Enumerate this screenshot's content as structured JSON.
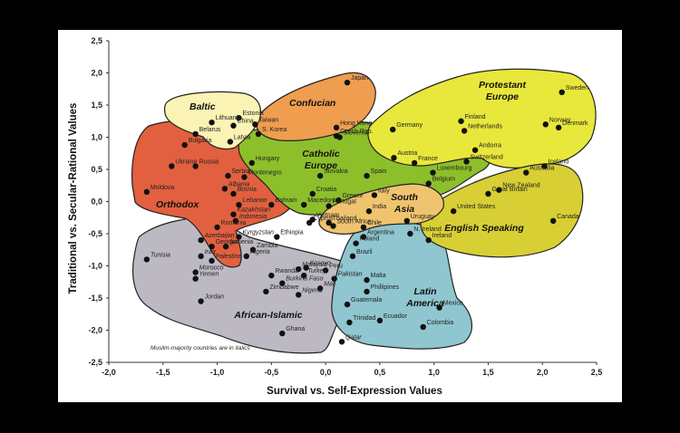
{
  "chart_data": {
    "type": "scatter",
    "title": "",
    "xlabel": "Survival vs. Self-Expression Values",
    "ylabel": "Traditional vs. Secular-Rational Values",
    "xlim": [
      -2.0,
      2.5
    ],
    "ylim": [
      -2.5,
      2.5
    ],
    "x_ticks": [
      "-2,0",
      "-1,5",
      "-1,0",
      "-0,5",
      "0,0",
      "0,5",
      "1,0",
      "1,5",
      "2,0",
      "2,5"
    ],
    "y_ticks": [
      "2,5",
      "2,0",
      "1,5",
      "1,0",
      "0,5",
      "0,0",
      "-0,5",
      "-1,0",
      "-1,5",
      "-2,0",
      "-2,5"
    ],
    "grid": false,
    "note": "Muslim-majority countries are in italics",
    "regions": [
      {
        "name": "Baltic",
        "color": "#fbf3b4"
      },
      {
        "name": "Confucian",
        "color": "#ef9d4f"
      },
      {
        "name": "Protestant Europe",
        "color": "#e8e73b"
      },
      {
        "name": "Catholic Europe",
        "color": "#8dbf2b"
      },
      {
        "name": "Orthodox",
        "color": "#e2603f"
      },
      {
        "name": "English Speaking",
        "color": "#d8cf35"
      },
      {
        "name": "South Asia",
        "color": "#f0c46e"
      },
      {
        "name": "Latin America",
        "color": "#8fc6cf"
      },
      {
        "name": "African-Islamic",
        "color": "#bdb9c3"
      }
    ],
    "points": [
      {
        "name": "Japan",
        "x": 0.2,
        "y": 1.85
      },
      {
        "name": "Estonia",
        "x": -0.8,
        "y": 1.3
      },
      {
        "name": "Lithuania",
        "x": -1.05,
        "y": 1.23
      },
      {
        "name": "China",
        "x": -0.85,
        "y": 1.18
      },
      {
        "name": "Taiwan",
        "x": -0.65,
        "y": 1.2
      },
      {
        "name": "S. Korea",
        "x": -0.62,
        "y": 1.05
      },
      {
        "name": "Hong Kong",
        "x": 0.1,
        "y": 1.15
      },
      {
        "name": "Latvia",
        "x": -0.88,
        "y": 0.93
      },
      {
        "name": "Belarus",
        "x": -1.2,
        "y": 1.05
      },
      {
        "name": "Bulgaria",
        "x": -1.3,
        "y": 0.88
      },
      {
        "name": "Czech Rep.",
        "x": 0.1,
        "y": 1.02
      },
      {
        "name": "Slovenia",
        "x": 0.13,
        "y": 1.0
      },
      {
        "name": "Germany",
        "x": 0.62,
        "y": 1.12
      },
      {
        "name": "Finland",
        "x": 1.25,
        "y": 1.25
      },
      {
        "name": "Netherlands",
        "x": 1.28,
        "y": 1.1
      },
      {
        "name": "Sweden",
        "x": 2.18,
        "y": 1.7
      },
      {
        "name": "Norway",
        "x": 2.03,
        "y": 1.2
      },
      {
        "name": "Denmark",
        "x": 2.15,
        "y": 1.15
      },
      {
        "name": "Ukraine",
        "x": -1.42,
        "y": 0.55
      },
      {
        "name": "Russia",
        "x": -1.2,
        "y": 0.55
      },
      {
        "name": "Moldova",
        "x": -1.65,
        "y": 0.15
      },
      {
        "name": "Serbia",
        "x": -0.9,
        "y": 0.4
      },
      {
        "name": "Montenegro",
        "x": -0.75,
        "y": 0.38
      },
      {
        "name": "Albania",
        "x": -0.93,
        "y": 0.2
      },
      {
        "name": "Bosnia",
        "x": -0.85,
        "y": 0.12
      },
      {
        "name": "Hungary",
        "x": -0.68,
        "y": 0.6
      },
      {
        "name": "Slovakia",
        "x": -0.05,
        "y": 0.4
      },
      {
        "name": "Austria",
        "x": 0.63,
        "y": 0.68
      },
      {
        "name": "France",
        "x": 0.82,
        "y": 0.6
      },
      {
        "name": "Andorra",
        "x": 1.38,
        "y": 0.8
      },
      {
        "name": "Switzerland",
        "x": 1.3,
        "y": 0.62
      },
      {
        "name": "Luxembourg",
        "x": 0.99,
        "y": 0.45
      },
      {
        "name": "Belgium",
        "x": 0.95,
        "y": 0.28
      },
      {
        "name": "Spain",
        "x": 0.38,
        "y": 0.4
      },
      {
        "name": "Iceland",
        "x": 2.02,
        "y": 0.55
      },
      {
        "name": "Australia",
        "x": 1.85,
        "y": 0.45
      },
      {
        "name": "New Zealand",
        "x": 1.6,
        "y": 0.18
      },
      {
        "name": "Great Britain",
        "x": 1.5,
        "y": 0.12
      },
      {
        "name": "Croatia",
        "x": -0.12,
        "y": 0.12
      },
      {
        "name": "Italy",
        "x": 0.45,
        "y": 0.1
      },
      {
        "name": "Greece",
        "x": 0.12,
        "y": 0.02
      },
      {
        "name": "Lebanon",
        "x": -0.8,
        "y": -0.05
      },
      {
        "name": "Bahrain",
        "x": -0.5,
        "y": -0.05
      },
      {
        "name": "Macedonia",
        "x": -0.2,
        "y": -0.05
      },
      {
        "name": "Portugal",
        "x": 0.03,
        "y": -0.07
      },
      {
        "name": "India",
        "x": 0.4,
        "y": -0.15
      },
      {
        "name": "United States",
        "x": 1.18,
        "y": -0.15
      },
      {
        "name": "Kazakhstan",
        "x": -0.85,
        "y": -0.2
      },
      {
        "name": "Indonesia",
        "x": -0.83,
        "y": -0.3
      },
      {
        "name": "Vietnam",
        "x": -0.12,
        "y": -0.28
      },
      {
        "name": "Cyprus",
        "x": -0.15,
        "y": -0.33
      },
      {
        "name": "Thailand",
        "x": 0.03,
        "y": -0.33
      },
      {
        "name": "South Africa",
        "x": 0.07,
        "y": -0.38
      },
      {
        "name": "Chile",
        "x": 0.35,
        "y": -0.4
      },
      {
        "name": "Uruguay",
        "x": 0.75,
        "y": -0.3
      },
      {
        "name": "Romania",
        "x": -1.0,
        "y": -0.4
      },
      {
        "name": "Kyrgyzstan",
        "x": -0.8,
        "y": -0.55
      },
      {
        "name": "Ethiopia",
        "x": -0.45,
        "y": -0.55
      },
      {
        "name": "Azerbaijan",
        "x": -1.15,
        "y": -0.6
      },
      {
        "name": "Georgia",
        "x": -1.05,
        "y": -0.7
      },
      {
        "name": "Armenia",
        "x": -0.92,
        "y": -0.7
      },
      {
        "name": "Zambia",
        "x": -0.67,
        "y": -0.75
      },
      {
        "name": "N. Ireland",
        "x": 0.78,
        "y": -0.5
      },
      {
        "name": "Ireland",
        "x": 0.95,
        "y": -0.6
      },
      {
        "name": "Canada",
        "x": 2.1,
        "y": -0.3
      },
      {
        "name": "Argentina",
        "x": 0.35,
        "y": -0.55
      },
      {
        "name": "Poland",
        "x": 0.28,
        "y": -0.65
      },
      {
        "name": "Tunisia",
        "x": -1.65,
        "y": -0.9
      },
      {
        "name": "Iraq",
        "x": -1.15,
        "y": -0.85
      },
      {
        "name": "Algeria",
        "x": -0.73,
        "y": -0.85
      },
      {
        "name": "Palestine",
        "x": -1.05,
        "y": -0.92
      },
      {
        "name": "Brazil",
        "x": 0.25,
        "y": -0.85
      },
      {
        "name": "Morocco",
        "x": -1.2,
        "y": -1.1
      },
      {
        "name": "Yemen",
        "x": -1.2,
        "y": -1.2
      },
      {
        "name": "Malaysia",
        "x": -0.25,
        "y": -1.05
      },
      {
        "name": "Kosovo",
        "x": -0.18,
        "y": -1.03
      },
      {
        "name": "Peru",
        "x": 0.0,
        "y": -1.07
      },
      {
        "name": "Rwanda",
        "x": -0.5,
        "y": -1.15
      },
      {
        "name": "Turkey",
        "x": -0.2,
        "y": -1.15
      },
      {
        "name": "Pakistan",
        "x": 0.08,
        "y": -1.2
      },
      {
        "name": "Burkina Faso",
        "x": -0.4,
        "y": -1.27
      },
      {
        "name": "Mali",
        "x": -0.05,
        "y": -1.35
      },
      {
        "name": "Malta",
        "x": 0.38,
        "y": -1.22
      },
      {
        "name": "Phillipines",
        "x": 0.38,
        "y": -1.4
      },
      {
        "name": "Zimbabwe",
        "x": -0.55,
        "y": -1.4
      },
      {
        "name": "Nigeria",
        "x": -0.25,
        "y": -1.45
      },
      {
        "name": "Jordan",
        "x": -1.15,
        "y": -1.55
      },
      {
        "name": "Guatemala",
        "x": 0.2,
        "y": -1.6
      },
      {
        "name": "Mexico",
        "x": 1.05,
        "y": -1.65
      },
      {
        "name": "Ecuador",
        "x": 0.5,
        "y": -1.85
      },
      {
        "name": "Colombia",
        "x": 0.9,
        "y": -1.95
      },
      {
        "name": "Trinidad",
        "x": 0.22,
        "y": -1.88
      },
      {
        "name": "Ghana",
        "x": -0.4,
        "y": -2.05
      },
      {
        "name": "Qatar",
        "x": 0.15,
        "y": -2.18
      }
    ]
  }
}
